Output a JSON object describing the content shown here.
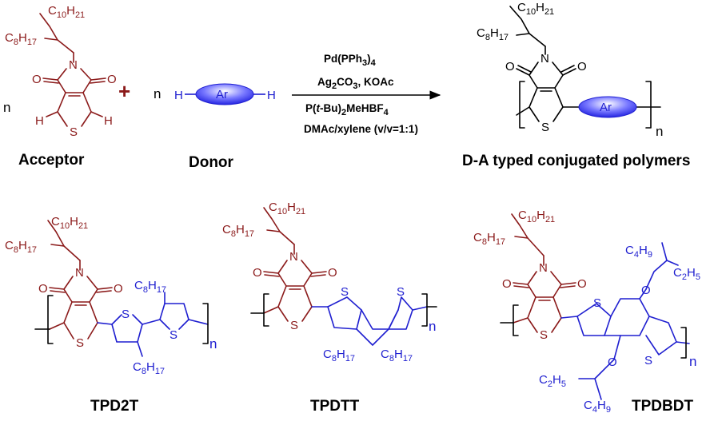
{
  "colors": {
    "acceptor": "#8B1A1A",
    "donor": "#1F1FD0",
    "black": "#000000",
    "ar_fill": "#3B3BFF"
  },
  "atoms": {
    "N": "N",
    "O": "O",
    "S": "S",
    "H": "H",
    "C": "C",
    "n": "n",
    "plus": "+",
    "c10": "10",
    "h21": "21",
    "c8": "8",
    "h17": "17",
    "c4": "4",
    "h9": "9",
    "c2": "2",
    "h5": "5"
  },
  "reaction": {
    "n_acceptor": "n",
    "n_donor": "n",
    "donor_ar": "Ar",
    "product_ar": "Ar",
    "conditions": [
      {
        "main": "Pd(PPh",
        "sub": "3",
        "tail": ")",
        "sub2": "4"
      },
      {
        "main": "Ag",
        "sub": "2",
        "mid": "CO",
        "sub2": "3",
        "tail": ", KOAc"
      },
      {
        "main": "P(",
        "italic": "t",
        "mid": "-Bu)",
        "sub": "2",
        "tail": "MeHBF",
        "sub2": "4"
      },
      {
        "main": "DMAc/xylene (v/v=1:1)"
      }
    ]
  },
  "labels": {
    "acceptor": "Acceptor",
    "donor": "Donor",
    "product": "D-A typed conjugated polymers",
    "tpd2t": "TPD2T",
    "tpdtt": "TPDTT",
    "tpdbdt": "TPDBDT"
  }
}
